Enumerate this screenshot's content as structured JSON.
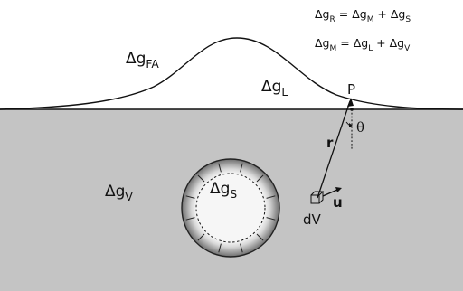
{
  "equations": {
    "eq1": {
      "lhs": "Δg",
      "lhs_sub": "R",
      "t1": "Δg",
      "t1_sub": "M",
      "t2": "Δg",
      "t2_sub": "S"
    },
    "eq2": {
      "lhs": "Δg",
      "lhs_sub": "M",
      "t1": "Δg",
      "t1_sub": "L",
      "t2": "Δg",
      "t2_sub": "V"
    }
  },
  "symbols": {
    "equals": " = ",
    "plus": " + "
  },
  "labels": {
    "free_air": {
      "main": "Δg",
      "sub": "FA"
    },
    "local": {
      "main": "Δg",
      "sub": "L"
    },
    "volume": {
      "main": "Δg",
      "sub": "V"
    },
    "shell": {
      "main": "Δg",
      "sub": "S"
    },
    "point": "P",
    "angle": "θ",
    "radius_vector": "r",
    "unit_vector": "u",
    "volume_element": "dV"
  },
  "colors": {
    "subsurface": "#c4c4c4",
    "line": "#111111",
    "shell_outer": "#777777",
    "shell_inner": "#f4f4f4",
    "hollow": "#ffffff"
  }
}
